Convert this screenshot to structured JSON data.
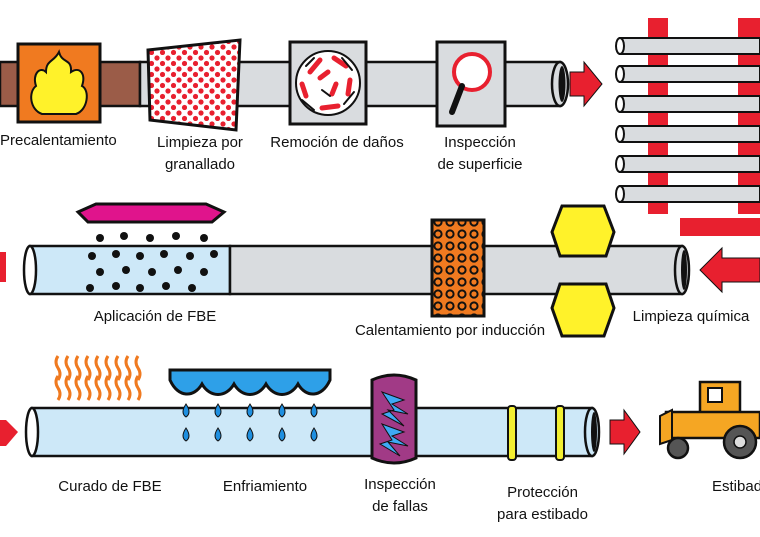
{
  "colors": {
    "accent_red": "#e8202f",
    "pipe_gray": "#d9dcdf",
    "pipe_copper": "#9b5c48",
    "pipe_blue": "#cde8f8",
    "fbe_magenta": "#e0148c",
    "heater_orange": "#f07a20",
    "flame_yellow": "#fff22a",
    "water_blue": "#1e8fe0",
    "inspection_purple": "#a13a86",
    "band_yellow": "#f3ef32",
    "machine_orange": "#f5a623"
  },
  "row1": {
    "steps": [
      {
        "line1": "Precalentamiento",
        "line2": ""
      },
      {
        "line1": "Limpieza por",
        "line2": "granallado"
      },
      {
        "line1": "Remoción de daños",
        "line2": ""
      },
      {
        "line1": "Inspección",
        "line2": "de superficie"
      }
    ]
  },
  "row2": {
    "steps": [
      {
        "line1": "Aplicación de FBE",
        "line2": ""
      },
      {
        "line1": "Calentamiento por inducción",
        "line2": ""
      },
      {
        "line1": "Limpieza química",
        "line2": ""
      }
    ]
  },
  "row3": {
    "steps": [
      {
        "line1": "Curado de FBE",
        "line2": ""
      },
      {
        "line1": "Enfriamiento",
        "line2": ""
      },
      {
        "line1": "Inspección",
        "line2": "de fallas"
      },
      {
        "line1": "Protección",
        "line2": "para estibado"
      },
      {
        "line1": "Estibado",
        "line2": ""
      }
    ]
  },
  "icons": {
    "preheat": "flame-icon",
    "blast": "blast-dots-icon",
    "damage": "damage-removal-icon",
    "inspect_surface": "magnifier-icon",
    "fbe": "powder-spray-icon",
    "induction": "induction-coil-icon",
    "chemical": "chemical-clamp-icon",
    "curing": "heat-waves-icon",
    "cooling": "water-drops-icon",
    "holiday": "lightning-icon",
    "stacking": "loader-tractor-icon"
  }
}
